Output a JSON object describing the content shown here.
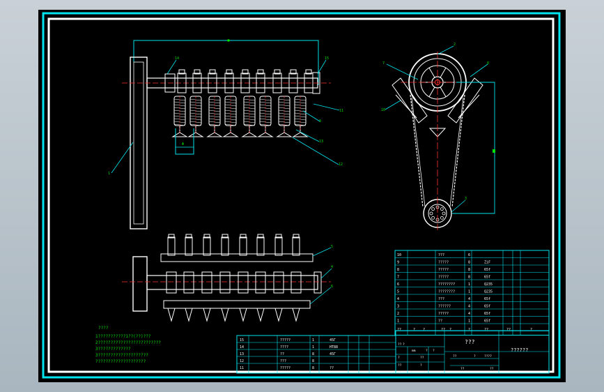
{
  "drawing": {
    "notes_title": "????",
    "notes": [
      "1???????????1??(??)???",
      "2?????????????????????????",
      "3?????????????",
      "3????????????????????",
      "????????????????????"
    ],
    "balloons": [
      "1",
      "2",
      "3",
      "4",
      "5",
      "6",
      "7",
      "8",
      "9",
      "10",
      "11",
      "12",
      "13",
      "14",
      "15"
    ],
    "dim_top": "Φ",
    "dim_left": "Φ",
    "dim_right": "Φ"
  },
  "bom_upper": {
    "rows": [
      {
        "no": "10",
        "name": "???",
        "qty": "6",
        "mat": ""
      },
      {
        "no": "9",
        "name": "?????",
        "qty": "8",
        "mat": "ZiF"
      },
      {
        "no": "8",
        "name": "?????",
        "qty": "8",
        "mat": "65f"
      },
      {
        "no": "7",
        "name": "?????",
        "qty": "8",
        "mat": "65f"
      },
      {
        "no": "6",
        "name": "????????",
        "qty": "1",
        "mat": "Q235"
      },
      {
        "no": "5",
        "name": "????????",
        "qty": "1",
        "mat": "Q235"
      },
      {
        "no": "4",
        "name": "???",
        "qty": "4",
        "mat": "65f"
      },
      {
        "no": "3",
        "name": "??????",
        "qty": "4",
        "mat": "65f"
      },
      {
        "no": "2",
        "name": "?????",
        "qty": "4",
        "mat": "65f"
      },
      {
        "no": "1",
        "name": "??",
        "qty": "1",
        "mat": "65f"
      }
    ],
    "header": [
      "??",
      "?",
      "?",
      "??",
      "?",
      "?",
      "??",
      "??",
      "?"
    ]
  },
  "bom_lower": {
    "rows": [
      {
        "no": "15",
        "name": "?????",
        "qty": "1",
        "mat": "45Γ"
      },
      {
        "no": "14",
        "name": "????",
        "qty": "1",
        "mat": "HT88"
      },
      {
        "no": "13",
        "name": "??",
        "qty": "8",
        "mat": "45Γ"
      },
      {
        "no": "12",
        "name": "???",
        "qty": "8",
        "mat": ""
      },
      {
        "no": "11",
        "name": "?????",
        "qty": "8",
        "mat": "??"
      }
    ]
  },
  "title_block": {
    "drawing_title": "???",
    "drawing_no": "??????",
    "cells": [
      "??",
      "?",
      "mm",
      "?",
      "?",
      "?",
      "??",
      "??",
      "?",
      "????",
      "??",
      "?",
      "??",
      "??"
    ]
  }
}
